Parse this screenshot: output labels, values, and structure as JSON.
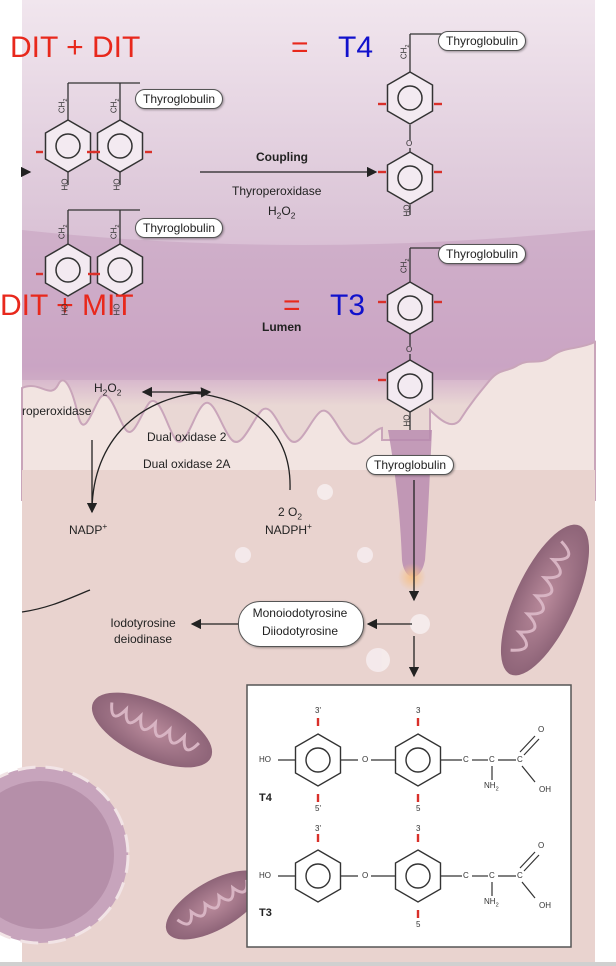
{
  "equations": {
    "top": {
      "lhs": "DIT + DIT",
      "eq": "=",
      "rhs": "T4"
    },
    "bottom": {
      "lhs": "DIT +  MIT",
      "eq": "=",
      "rhs": "T3"
    }
  },
  "labels": {
    "thyroglobulin": "Thyroglobulin",
    "coupling": "Coupling",
    "thyroperoxidase": "Thyroperoxidase",
    "h2o2": "H",
    "h2o2_sub": "2",
    "h2o2_o": "O",
    "h2o2_sub2": "2",
    "lumen": "Lumen",
    "roperoxidase": "roperoxidase",
    "dual_oxidase_2": "Dual oxidase 2",
    "dual_oxidase_2a": "Dual oxidase 2A",
    "nadp": "NADP",
    "nadp_sup": "+",
    "o2_coef": "2 O",
    "o2_sub": "2",
    "nadph": "NADPH",
    "nadph_sup": "+",
    "iodotyrosine": "Iodotyrosine",
    "deiodinase": "deiodinase",
    "monoiodotyrosine": "Monoiodotyrosine",
    "diiodotyrosine": "Diiodotyrosine",
    "ch2": "CH",
    "ch2_sub": "2",
    "ho": "HO",
    "o": "O",
    "c": "C",
    "nh2": "NH",
    "nh2_sub": "2",
    "oh": "OH",
    "t4": "T4",
    "t3": "T3",
    "pos3p": "3'",
    "pos3": "3",
    "pos5p": "5'",
    "pos5": "5"
  },
  "colors": {
    "equation_lhs": "#e8281c",
    "equation_rhs": "#1111cc",
    "iodine_mark": "#d9302a",
    "lumen": "#c9a8c4",
    "cytoplasm": "#e8d2cf"
  }
}
